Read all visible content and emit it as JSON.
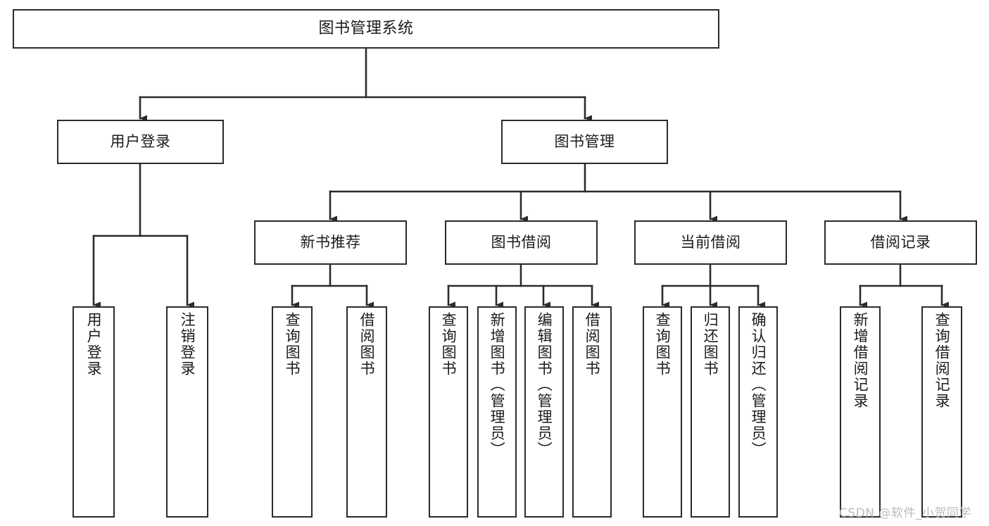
{
  "diagram": {
    "title": "图书管理系统",
    "type": "tree-hierarchy",
    "watermark": "CSDN @软件_小贺同学",
    "colors": {
      "background": "#ffffff",
      "box_border": "#2b2b2b",
      "box_fill": "#ffffff",
      "text": "#1b1b1b",
      "edge": "#2b2b2b",
      "watermark": "#bcbcbc"
    },
    "nodes": {
      "root": {
        "label": "图书管理系统"
      },
      "level2": [
        {
          "id": "user-login",
          "label": "用户登录"
        },
        {
          "id": "book-manage",
          "label": "图书管理"
        }
      ],
      "level3": [
        {
          "id": "new-book-recommend",
          "label": "新书推荐"
        },
        {
          "id": "book-borrow",
          "label": "图书借阅"
        },
        {
          "id": "current-borrow",
          "label": "当前借阅"
        },
        {
          "id": "borrow-record",
          "label": "借阅记录"
        }
      ],
      "leaves": {
        "user-login": [
          {
            "id": "leaf-user-login",
            "label": "用户登录"
          },
          {
            "id": "leaf-user-logout",
            "label": "注销登录"
          }
        ],
        "new-book-recommend": [
          {
            "id": "leaf-query-book-1",
            "label": "查询图书"
          },
          {
            "id": "leaf-borrow-book-1",
            "label": "借阅图书"
          }
        ],
        "book-borrow": [
          {
            "id": "leaf-query-book-2",
            "label": "查询图书"
          },
          {
            "id": "leaf-add-book",
            "label": "新增图书（管理员）"
          },
          {
            "id": "leaf-edit-book",
            "label": "编辑图书（管理员）"
          },
          {
            "id": "leaf-borrow-book-2",
            "label": "借阅图书"
          }
        ],
        "current-borrow": [
          {
            "id": "leaf-query-book-3",
            "label": "查询图书"
          },
          {
            "id": "leaf-return-book",
            "label": "归还图书"
          },
          {
            "id": "leaf-confirm-return",
            "label": "确认归还（管理员）"
          }
        ],
        "borrow-record": [
          {
            "id": "leaf-add-record",
            "label": "新增借阅记录"
          },
          {
            "id": "leaf-query-record",
            "label": "查询借阅记录"
          }
        ]
      }
    }
  }
}
